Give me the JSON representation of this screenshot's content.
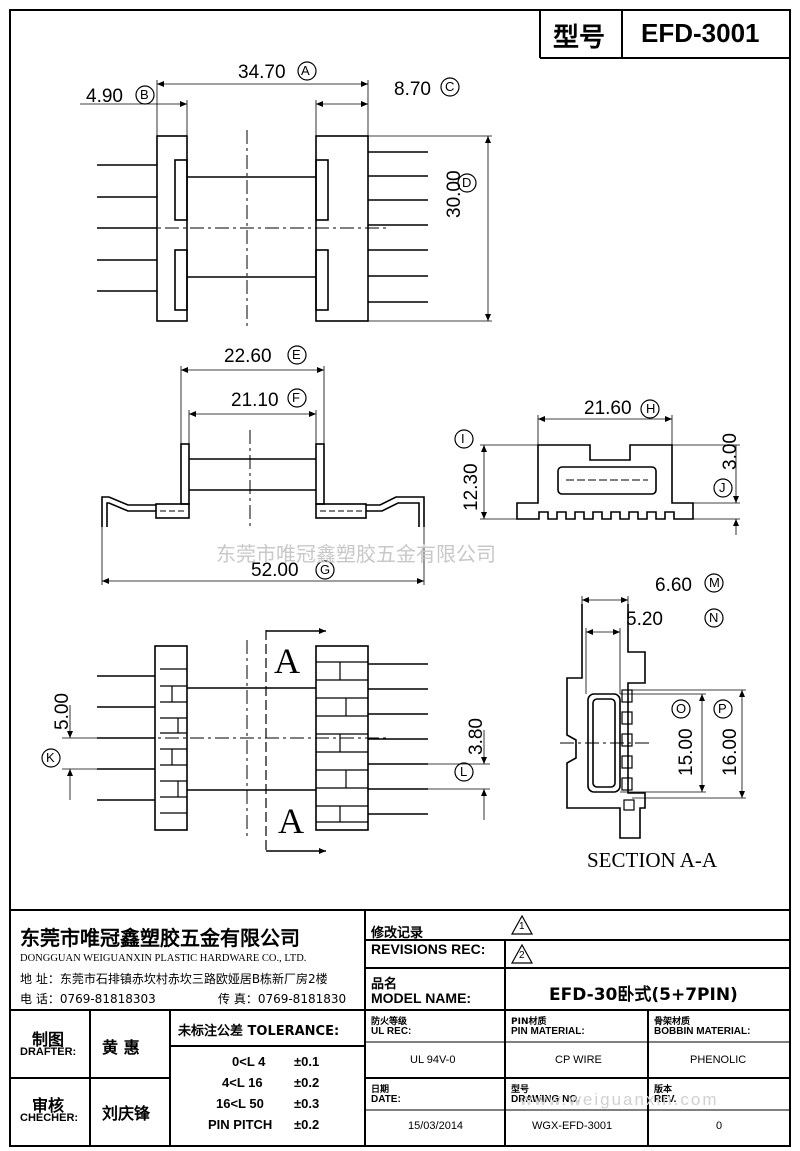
{
  "header": {
    "label_model": "型号",
    "model_code": "EFD-3001"
  },
  "dimensions": {
    "a": "34.70",
    "b": "4.90",
    "c": "8.70",
    "d": "30.00",
    "e": "22.60",
    "f": "21.10",
    "g": "52.00",
    "h": "21.60",
    "i": "12.30",
    "j": "3.00",
    "k": "5.00",
    "l": "3.80",
    "m": "6.60",
    "n": "5.20",
    "o": "15.00",
    "p": "16.00"
  },
  "markers": {
    "a": "A",
    "b": "B",
    "c": "C",
    "d": "D",
    "e": "E",
    "f": "F",
    "g": "G",
    "h": "H",
    "i": "I",
    "j": "J",
    "k": "K",
    "l": "L",
    "m": "M",
    "n": "N",
    "o": "O",
    "p": "P"
  },
  "section": {
    "arrow_letter": "A",
    "caption": "SECTION  A-A"
  },
  "watermark": "东莞市唯冠鑫塑胶五金有限公司",
  "watermark_url": "www.weiguanxin.com",
  "company": {
    "name_cn": "东莞市唯冠鑫塑胶五金有限公司",
    "name_en": "DONGGUAN WEIGUANXIN PLASTIC HARDWARE CO., LTD.",
    "address": "地  址：东莞市石排镇赤坎村赤坎三路欧娅居B栋新厂房2楼",
    "phone": "电  话：0769-81818303",
    "fax": "传  真：0769-8181830"
  },
  "revisions": {
    "label_cn": "修改记录",
    "label_en": "REVISIONS REC:",
    "rev1": "1",
    "rev2": "2"
  },
  "model_name": {
    "label_cn": "品名",
    "label_en": "MODEL NAME:",
    "value": "EFD-30卧式(5+7PIN)"
  },
  "drafter": {
    "label_cn": "制图",
    "label_en": "DRAFTER:",
    "name": "黄  惠"
  },
  "checker": {
    "label_cn": "审核",
    "label_en": "CHECHER:",
    "name": "刘庆锋"
  },
  "tolerance": {
    "title": "未标注公差 TOLERANCE:",
    "rows": [
      {
        "range": "0<L   4",
        "value": "±0.1"
      },
      {
        "range": "4<L   16",
        "value": "±0.2"
      },
      {
        "range": "16<L   50",
        "value": "±0.3"
      },
      {
        "range": "PIN PITCH",
        "value": "±0.2"
      }
    ]
  },
  "ul": {
    "label_cn": "防火等级",
    "label_en": "UL REC:",
    "value": "UL 94V-0"
  },
  "pin_material": {
    "label_cn": "PIN材质",
    "label_en": "PIN MATERIAL:",
    "value": "CP WIRE"
  },
  "bobbin_material": {
    "label_cn": "骨架材质",
    "label_en": "BOBBIN MATERIAL:",
    "value": "PHENOLIC"
  },
  "date": {
    "label_cn": "日期",
    "label_en": "DATE:",
    "value": "15/03/2014"
  },
  "drawing_no": {
    "label_cn": "型号",
    "label_en": "DRAWING NO.",
    "value": "WGX-EFD-3001"
  },
  "rev": {
    "label_cn": "版本",
    "label_en": "REV.",
    "value": "0"
  }
}
